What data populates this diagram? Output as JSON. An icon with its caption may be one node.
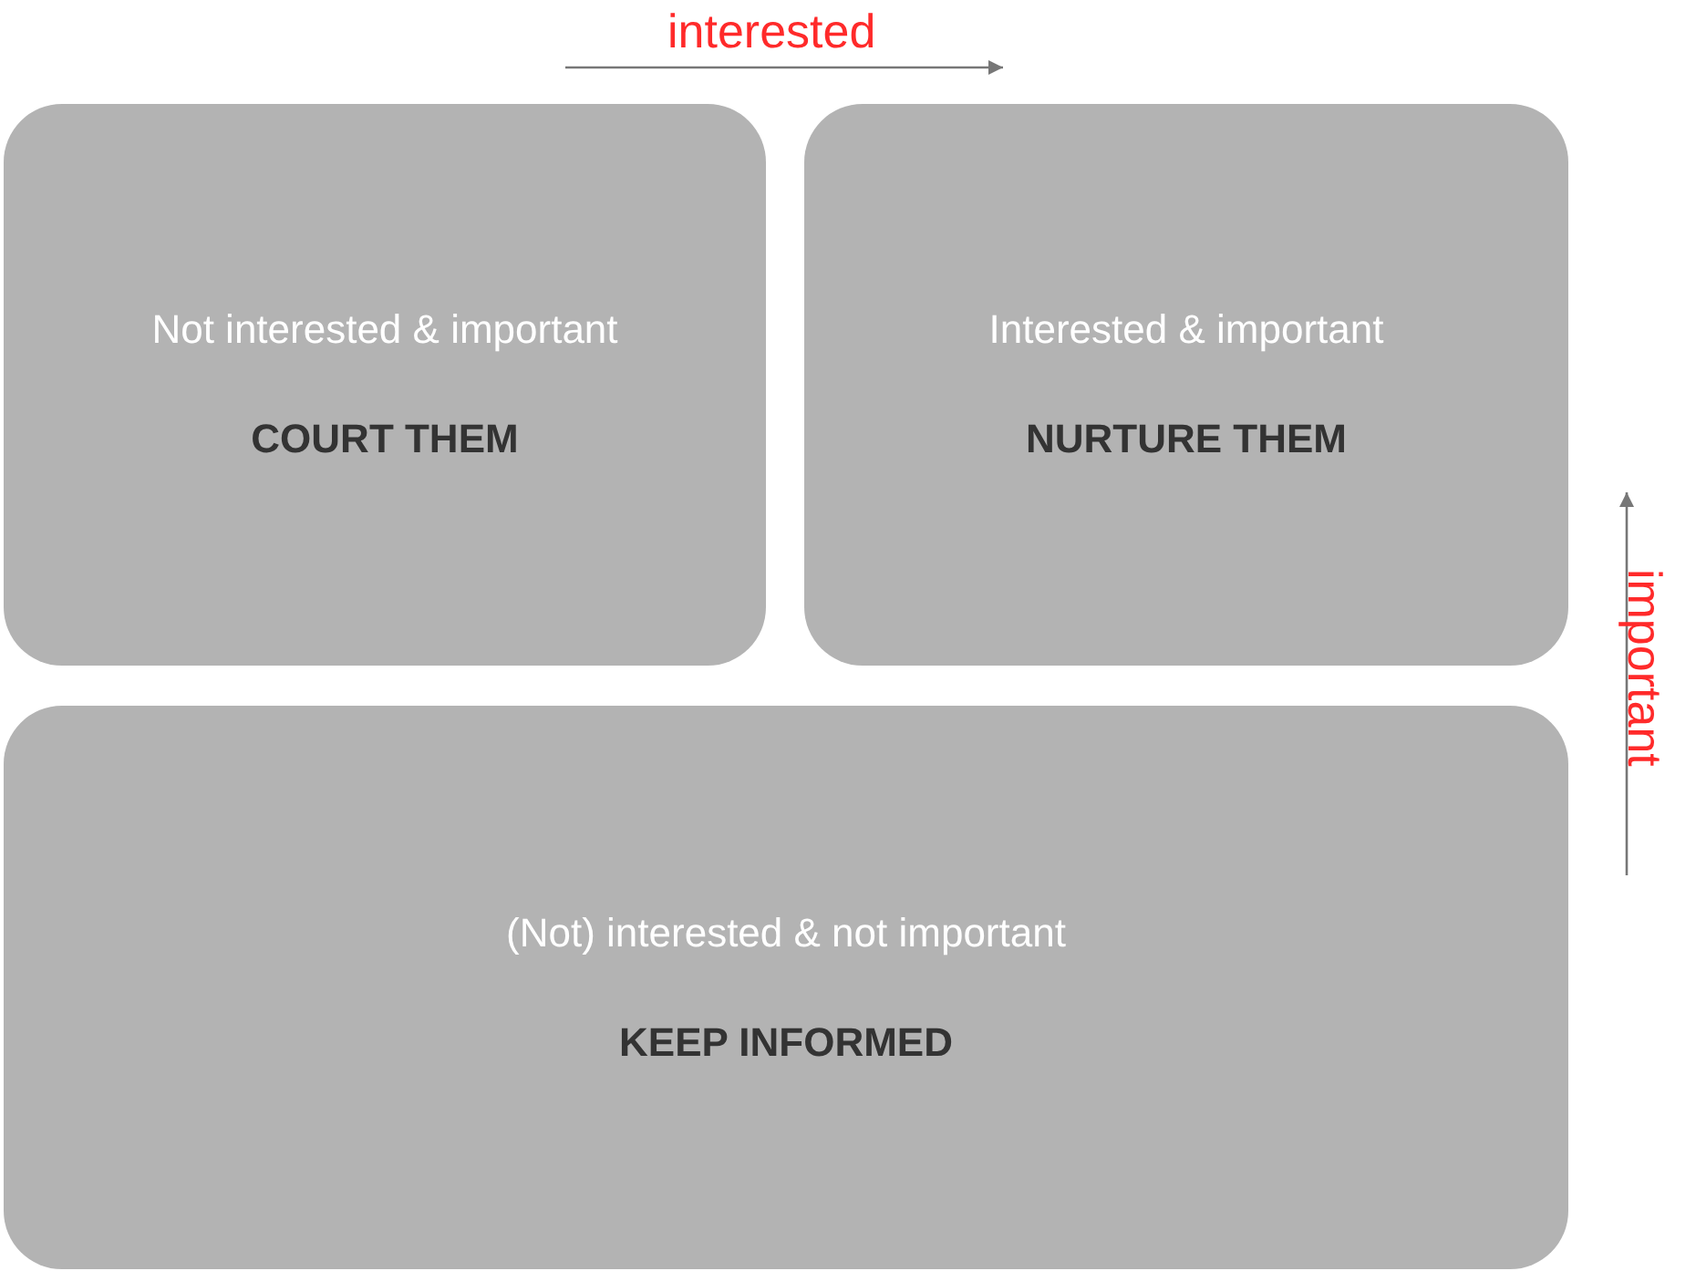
{
  "diagram": {
    "nodes": [
      {
        "text": [
          "Not interested & important",
          "COURT THEM"
        ]
      },
      {
        "text": [
          "Interested & important",
          "NURTURE THEM"
        ]
      },
      {
        "text": [
          "(Not) interested & not important",
          "KEEP INFORMED"
        ]
      }
    ],
    "edges": [],
    "labels": [
      "interested",
      "important"
    ]
  }
}
